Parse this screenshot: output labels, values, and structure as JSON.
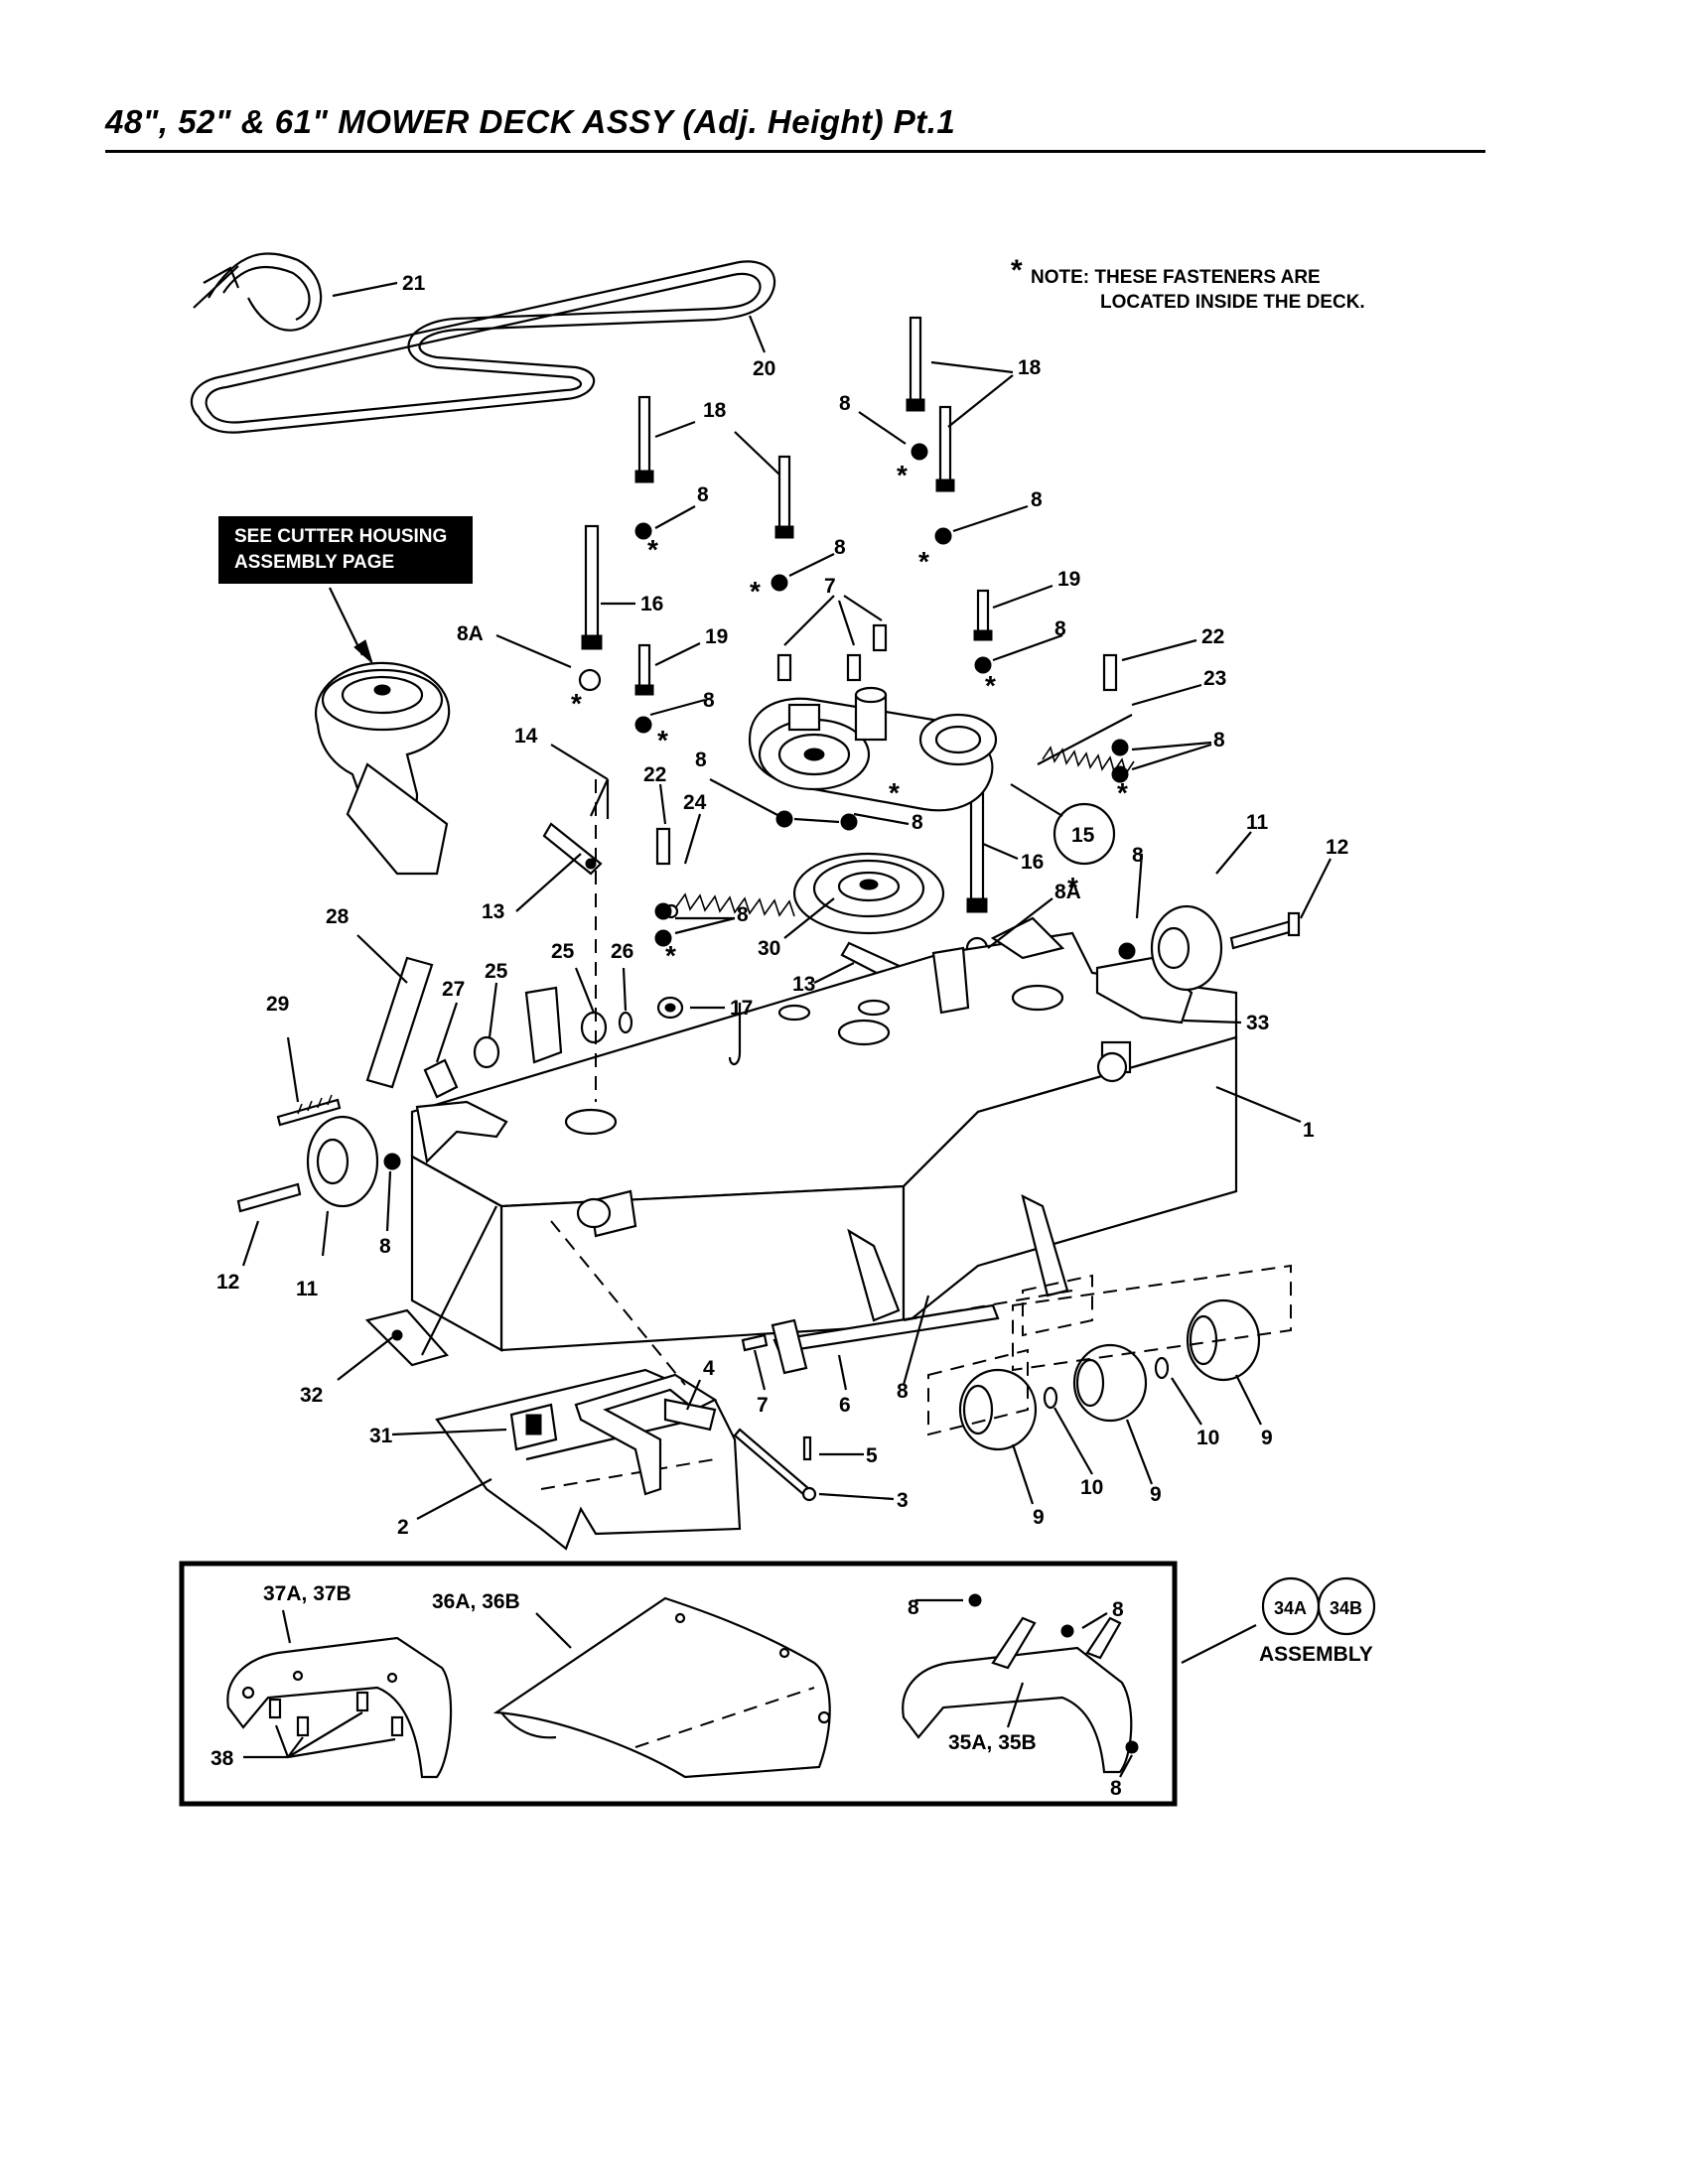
{
  "header": {
    "title": "48\", 52\" & 61\" MOWER DECK ASSY (Adj. Height) Pt.1"
  },
  "note": {
    "symbol": "*",
    "line1": "NOTE: THESE FASTENERS ARE",
    "line2": "LOCATED INSIDE THE DECK."
  },
  "see_box": {
    "line1": "SEE CUTTER HOUSING",
    "line2": "ASSEMBLY PAGE"
  },
  "circled": {
    "c15": "15",
    "c34a": "34A",
    "c34b": "34B"
  },
  "assembly_label": "ASSEMBLY",
  "callouts": [
    {
      "id": "lbl-21",
      "text": "21"
    },
    {
      "id": "lbl-20",
      "text": "20"
    },
    {
      "id": "lbl-18a",
      "text": "18"
    },
    {
      "id": "lbl-18b",
      "text": "18"
    },
    {
      "id": "lbl-8a",
      "text": "8"
    },
    {
      "id": "lbl-8b",
      "text": "8"
    },
    {
      "id": "lbl-8c",
      "text": "8"
    },
    {
      "id": "lbl-8d",
      "text": "8"
    },
    {
      "id": "lbl-8e",
      "text": "8"
    },
    {
      "id": "lbl-8f",
      "text": "8"
    },
    {
      "id": "lbl-8g",
      "text": "8"
    },
    {
      "id": "lbl-8h",
      "text": "8"
    },
    {
      "id": "lbl-8i",
      "text": "8"
    },
    {
      "id": "lbl-8j",
      "text": "8"
    },
    {
      "id": "lbl-8k",
      "text": "8"
    },
    {
      "id": "lbl-8l",
      "text": "8"
    },
    {
      "id": "lbl-8m",
      "text": "8"
    },
    {
      "id": "lbl-8n",
      "text": "8"
    },
    {
      "id": "lbl-8o",
      "text": "8"
    },
    {
      "id": "lbl-8p",
      "text": "8"
    },
    {
      "id": "lbl-8q",
      "text": "8"
    },
    {
      "id": "lbl-16a",
      "text": "16"
    },
    {
      "id": "lbl-16b",
      "text": "16"
    },
    {
      "id": "lbl-19a",
      "text": "19"
    },
    {
      "id": "lbl-19b",
      "text": "19"
    },
    {
      "id": "lbl-7a",
      "text": "7"
    },
    {
      "id": "lbl-7b",
      "text": "7"
    },
    {
      "id": "lbl-8A-a",
      "text": "8A"
    },
    {
      "id": "lbl-8A-b",
      "text": "8A"
    },
    {
      "id": "lbl-22a",
      "text": "22"
    },
    {
      "id": "lbl-22b",
      "text": "22"
    },
    {
      "id": "lbl-23",
      "text": "23"
    },
    {
      "id": "lbl-24",
      "text": "24"
    },
    {
      "id": "lbl-14",
      "text": "14"
    },
    {
      "id": "lbl-13a",
      "text": "13"
    },
    {
      "id": "lbl-13b",
      "text": "13"
    },
    {
      "id": "lbl-11a",
      "text": "11"
    },
    {
      "id": "lbl-11b",
      "text": "11"
    },
    {
      "id": "lbl-12a",
      "text": "12"
    },
    {
      "id": "lbl-12b",
      "text": "12"
    },
    {
      "id": "lbl-28",
      "text": "28"
    },
    {
      "id": "lbl-29",
      "text": "29"
    },
    {
      "id": "lbl-27",
      "text": "27"
    },
    {
      "id": "lbl-25a",
      "text": "25"
    },
    {
      "id": "lbl-25b",
      "text": "25"
    },
    {
      "id": "lbl-26",
      "text": "26"
    },
    {
      "id": "lbl-30",
      "text": "30"
    },
    {
      "id": "lbl-17",
      "text": "17"
    },
    {
      "id": "lbl-33",
      "text": "33"
    },
    {
      "id": "lbl-1",
      "text": "1"
    },
    {
      "id": "lbl-32",
      "text": "32"
    },
    {
      "id": "lbl-31",
      "text": "31"
    },
    {
      "id": "lbl-2",
      "text": "2"
    },
    {
      "id": "lbl-4",
      "text": "4"
    },
    {
      "id": "lbl-5",
      "text": "5"
    },
    {
      "id": "lbl-3",
      "text": "3"
    },
    {
      "id": "lbl-6",
      "text": "6"
    },
    {
      "id": "lbl-9a",
      "text": "9"
    },
    {
      "id": "lbl-9b",
      "text": "9"
    },
    {
      "id": "lbl-9c",
      "text": "9"
    },
    {
      "id": "lbl-10a",
      "text": "10"
    },
    {
      "id": "lbl-10b",
      "text": "10"
    },
    {
      "id": "lbl-37",
      "text": "37A, 37B"
    },
    {
      "id": "lbl-36",
      "text": "36A, 36B"
    },
    {
      "id": "lbl-38",
      "text": "38"
    },
    {
      "id": "lbl-35",
      "text": "35A, 35B"
    }
  ],
  "stars": [
    {
      "id": "star-1"
    },
    {
      "id": "star-2"
    },
    {
      "id": "star-3"
    },
    {
      "id": "star-4"
    },
    {
      "id": "star-5"
    },
    {
      "id": "star-6"
    },
    {
      "id": "star-7"
    },
    {
      "id": "star-8"
    },
    {
      "id": "star-9"
    },
    {
      "id": "star-10"
    },
    {
      "id": "star-11"
    },
    {
      "id": "star-12"
    }
  ]
}
